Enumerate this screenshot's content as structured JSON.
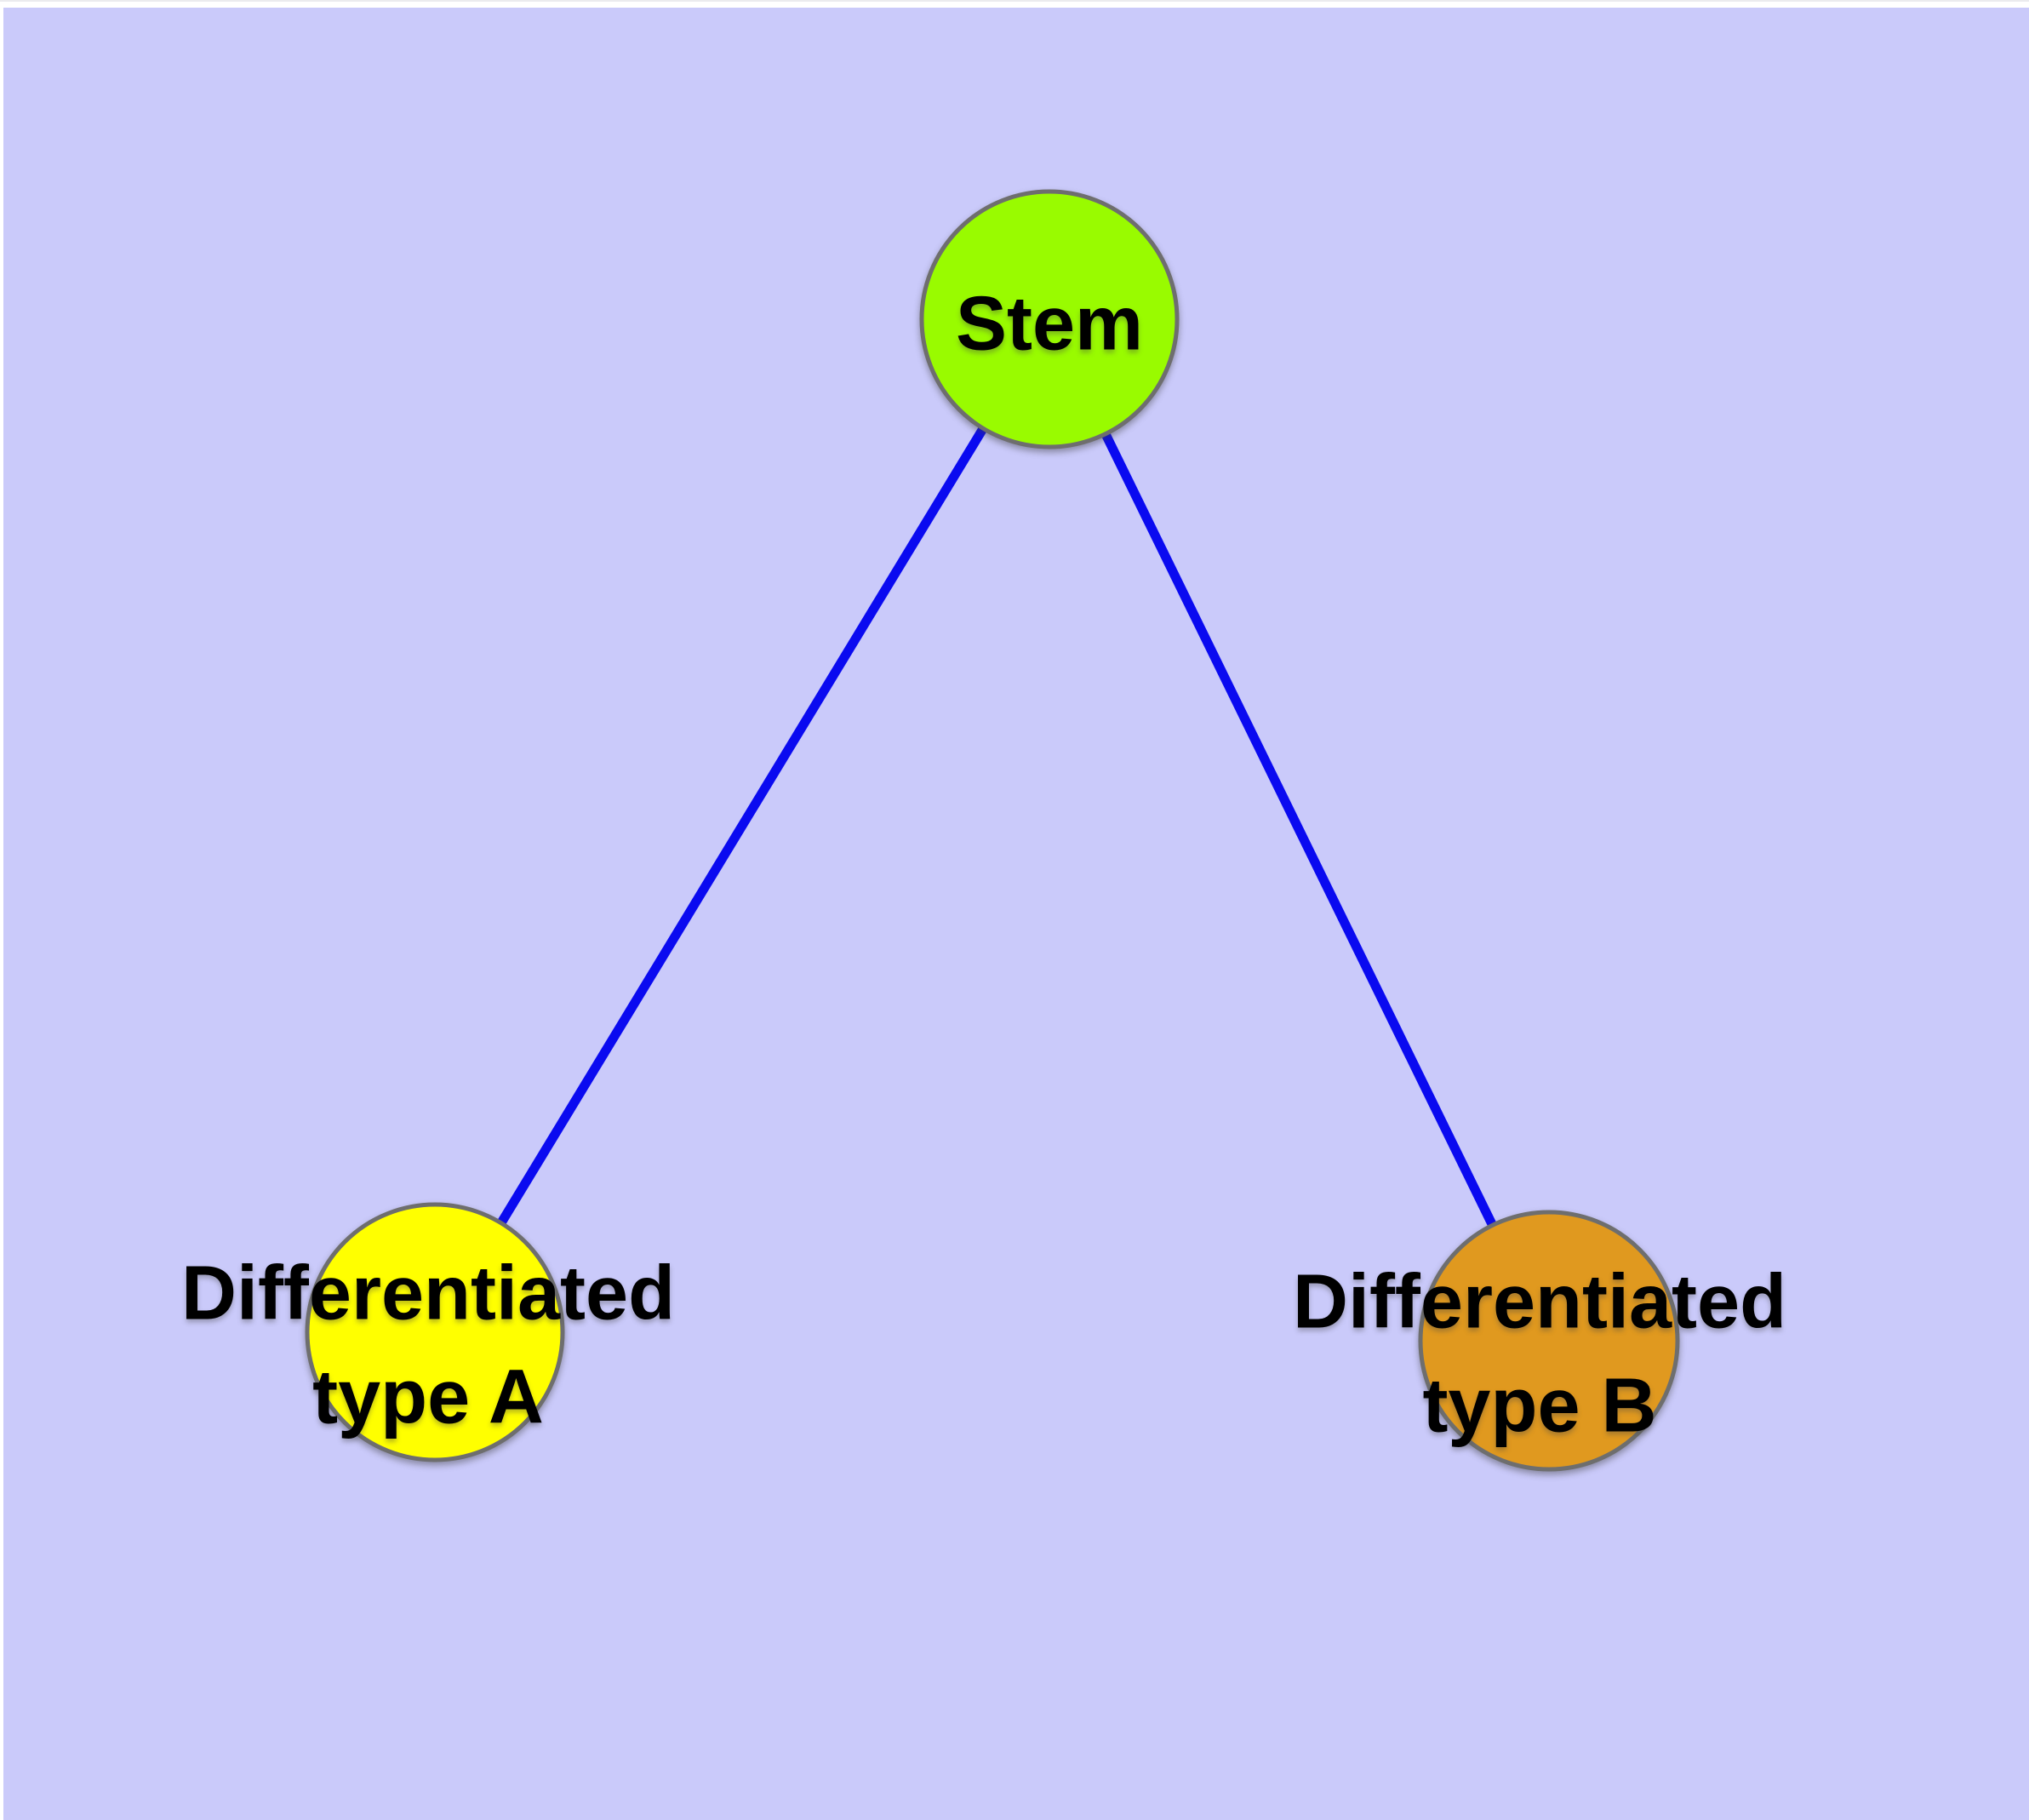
{
  "canvas": {
    "background_color": "#cacafa",
    "frame_color": "#ffffff"
  },
  "diagram": {
    "type": "graph",
    "edge_color": "#0a0af0",
    "node_border_color": "#6e6e6e",
    "text_color": "#000000",
    "nodes": [
      {
        "id": "stem",
        "label": "Stem",
        "fill": "#99fb00"
      },
      {
        "id": "differentiated-type-a",
        "label": "Differentiated\ntype A",
        "fill": "#ffff00"
      },
      {
        "id": "differentiated-type-b",
        "label": "Differentiated\ntype B",
        "fill": "#e0991f"
      }
    ],
    "edges": [
      {
        "from": "stem",
        "to": "differentiated-type-a"
      },
      {
        "from": "stem",
        "to": "differentiated-type-b"
      }
    ]
  }
}
